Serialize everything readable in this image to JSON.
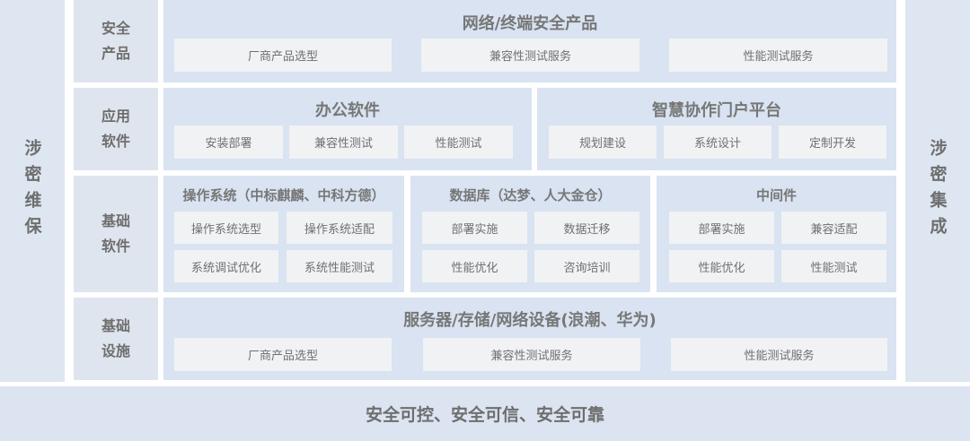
{
  "left_side": "涉密维保",
  "right_side": "涉密集成",
  "bottom_bar": "安全可控、安全可信、安全可靠",
  "layers": {
    "security": {
      "label": "安全产品",
      "panel_title": "网络/终端安全产品",
      "items": [
        "厂商产品选型",
        "兼容性测试服务",
        "性能测试服务"
      ]
    },
    "application": {
      "label": "应用软件",
      "office": {
        "title": "办公软件",
        "items": [
          "安装部署",
          "兼容性测试",
          "性能测试"
        ]
      },
      "portal": {
        "title": "智慧协作门户平台",
        "items": [
          "规划建设",
          "系统设计",
          "定制开发"
        ]
      }
    },
    "base_software": {
      "label": "基础软件",
      "os": {
        "title": "操作系统（中标麒麟、中科方德）",
        "items": [
          "操作系统选型",
          "操作系统适配",
          "系统调试优化",
          "系统性能测试"
        ]
      },
      "db": {
        "title": "数据库（达梦、人大金仓）",
        "items": [
          "部署实施",
          "数据迁移",
          "性能优化",
          "咨询培训"
        ]
      },
      "mw": {
        "title": "中间件",
        "items": [
          "部署实施",
          "兼容适配",
          "性能优化",
          "性能测试"
        ]
      }
    },
    "infrastructure": {
      "label": "基础设施",
      "panel_title": "服务器/存储/网络设备(浪潮、华为)",
      "items": [
        "厂商产品选型",
        "兼容性测试服务",
        "性能测试服务"
      ]
    }
  }
}
